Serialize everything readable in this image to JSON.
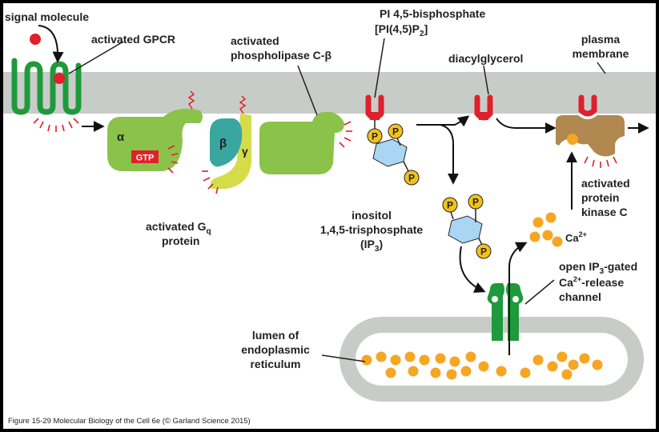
{
  "labels": {
    "signal_molecule": "signal molecule",
    "activated_gpcr": "activated GPCR",
    "plc_line1": "activated",
    "plc_line2": "phospholipase C-β",
    "pip2_line1": "PI 4,5-bisphosphate",
    "pip2_line2": "[PI(4,5)P",
    "pip2_sub": "2",
    "pip2_close": "]",
    "dag": "diacylglycerol",
    "plasma_line1": "plasma",
    "plasma_line2": "membrane",
    "alpha": "α",
    "beta": "β",
    "gamma": "γ",
    "gtp": "GTP",
    "gq_line1": "activated G",
    "gq_sub": "q",
    "gq_line2": "protein",
    "ip3_line1": "inositol",
    "ip3_line2": "1,4,5-trisphosphate",
    "ip3_line3a": "(IP",
    "ip3_sub": "3",
    "ip3_line3b": ")",
    "pkc_line1": "activated",
    "pkc_line2": "protein",
    "pkc_line3": "kinase C",
    "ca": "Ca",
    "ca_sup": "2+",
    "channel_line1a": "open IP",
    "channel_line1_sub": "3",
    "channel_line1b": "-gated",
    "channel_line2a": "Ca",
    "channel_line2_sup": "2+",
    "channel_line2b": "-release",
    "channel_line3": "channel",
    "er_line1": "lumen of",
    "er_line2": "endoplasmic",
    "er_line3": "reticulum",
    "phosphate": "P"
  },
  "caption": "Figure 15-29  Molecular Biology of the Cell 6e (© Garland Science 2015)",
  "colors": {
    "membrane": "#c8ccc9",
    "protein_green": "#8bc34a",
    "receptor_green": "#1e9a3c",
    "beta_teal": "#3aa6a0",
    "gamma_yellow": "#d4dc4a",
    "signal_red": "#e0202a",
    "phosphate_yellow": "#f2c21b",
    "inositol_blue": "#a9d6f2",
    "pkc_brown": "#b08850",
    "calcium_orange": "#f5a623",
    "er_gray": "#c8ccc9",
    "gtp_red": "#e0202a"
  }
}
